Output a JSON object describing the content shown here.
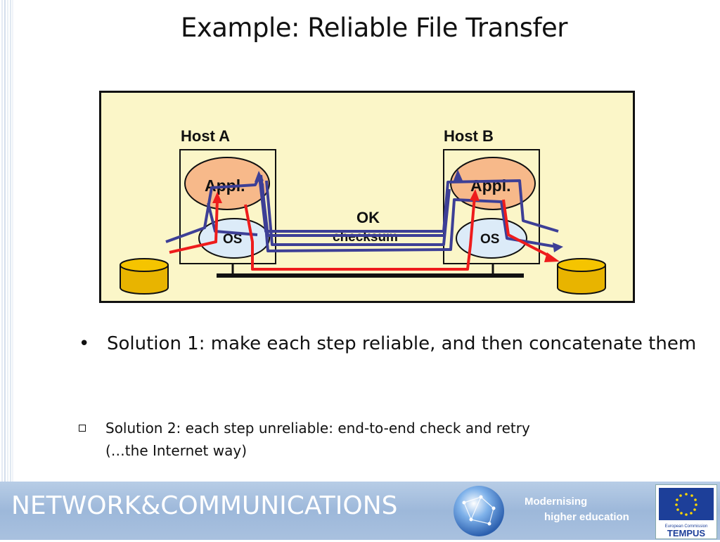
{
  "slide": {
    "title": "Example: Reliable File Transfer"
  },
  "diagram": {
    "host_a_label": "Host A",
    "host_b_label": "Host B",
    "appl_a": "Appl.",
    "appl_b": "Appl.",
    "os_a": "OS",
    "os_b": "OS",
    "ok_label": "OK",
    "checksum_label": "checksum",
    "colors": {
      "panel": "#fbf6c8",
      "appl_fill": "#f7b98a",
      "os_fill": "#dcebf8",
      "blue_path": "#3d3f96",
      "red_path": "#ee1c1c",
      "disk": "#f5c400"
    }
  },
  "bullets": {
    "solution1": "Solution 1: make each step reliable, and then concatenate them",
    "solution2_line1": "Solution 2: each step unreliable: end-to-end check and retry",
    "solution2_line2": "(…the Internet way)",
    "bullet_dot": "•"
  },
  "footer": {
    "title": "NETWORK&COMMUNICATIONS",
    "tagline_line1": "Modernising",
    "tagline_line2": "higher education",
    "eu_caption": "European Commission",
    "eu_program": "TEMPUS"
  }
}
